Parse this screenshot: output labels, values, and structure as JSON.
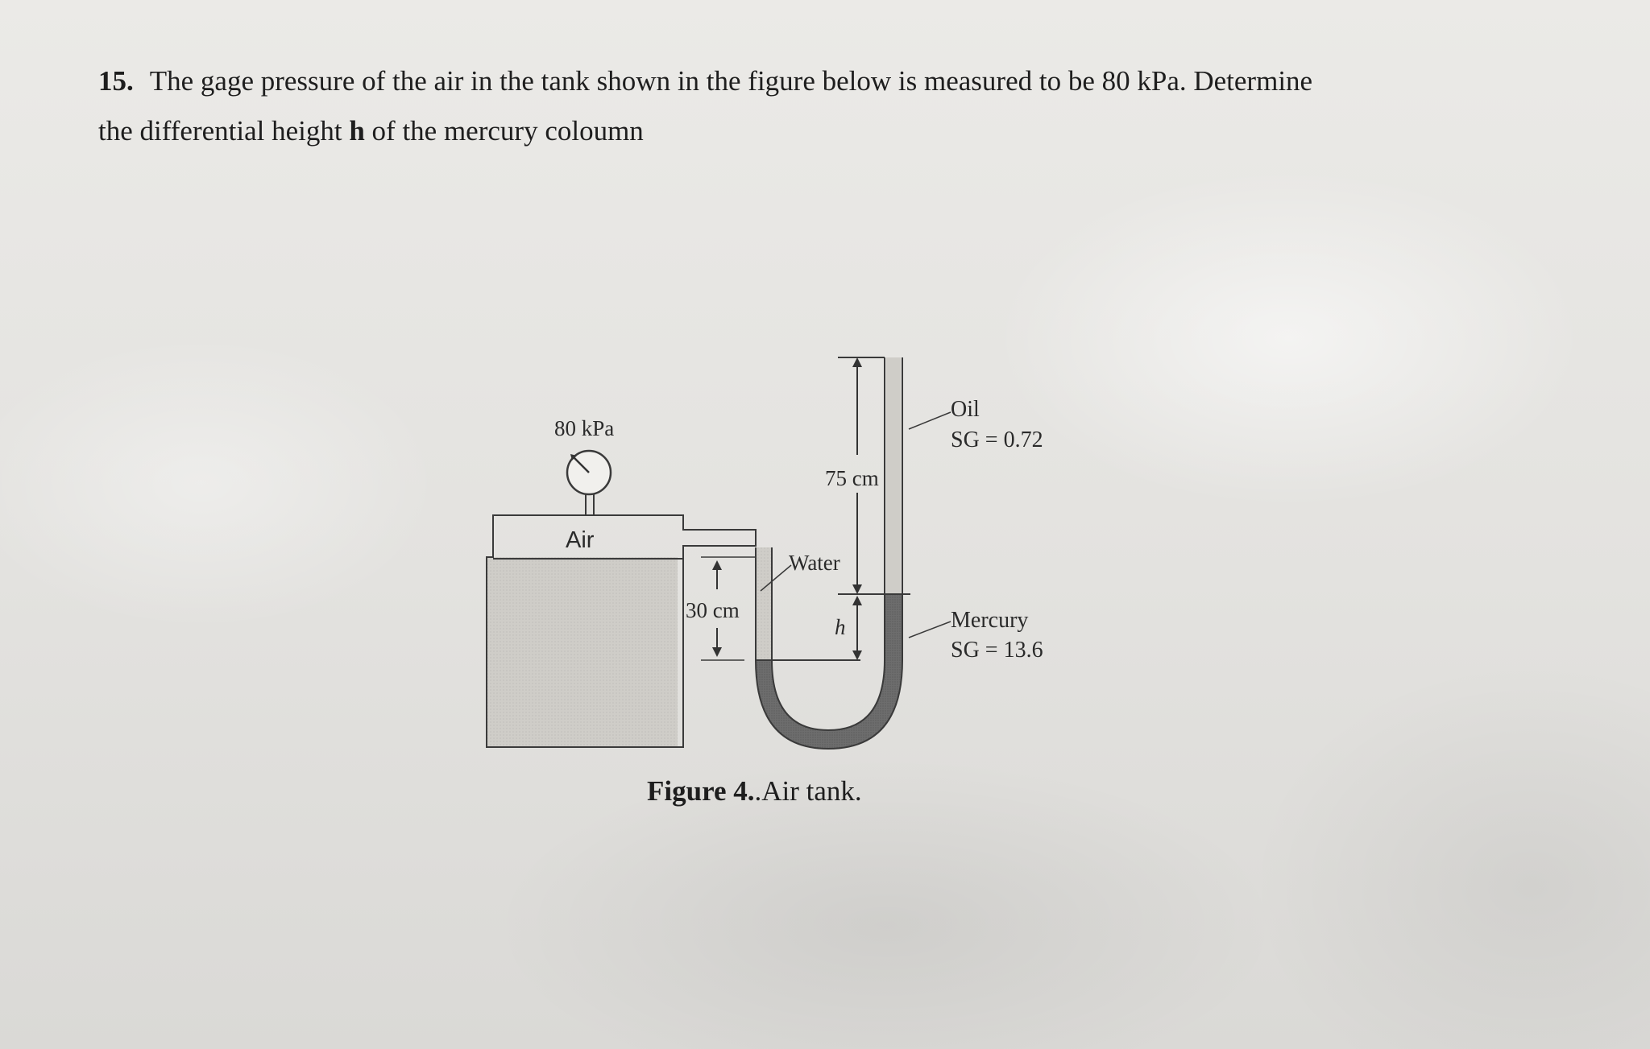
{
  "question": {
    "number": "15.",
    "line1": "The gage pressure of the air in the tank shown in the figure below is measured to be 80 kPa. Determine",
    "line2_before": "the differential height ",
    "line2_bold": "h",
    "line2_after": " of the mercury coloumn"
  },
  "figure": {
    "gauge_label": "80 kPa",
    "air_label": "Air",
    "water_label": "Water",
    "dim_30": "30 cm",
    "dim_75": "75 cm",
    "dim_h": "h",
    "oil_label": "Oil",
    "oil_sg": "SG = 0.72",
    "mercury_label": "Mercury",
    "mercury_sg": "SG = 13.6",
    "caption_bold": "Figure 4.",
    "caption_rest": ".Air tank."
  },
  "colors": {
    "water_fill": "#cdcbc6",
    "mercury_fill": "#6e6e6e",
    "line": "#3a3a3a"
  }
}
